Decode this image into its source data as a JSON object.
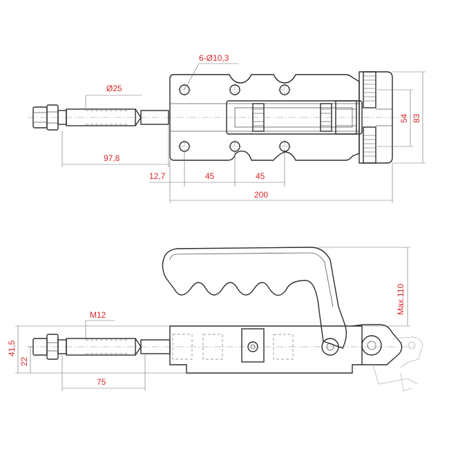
{
  "colors": {
    "dimension_text": "#d9262b",
    "line": "#2b2b2b",
    "background": "#ffffff"
  },
  "top_view": {
    "holes_label": "6-Ø10,3",
    "rod_diameter": "Ø25",
    "rod_length": "97,8",
    "offset_first_hole": "12,7",
    "pitch_1": "45",
    "pitch_2": "45",
    "total_length": "200",
    "hole_row_spacing": "54",
    "base_width": "83"
  },
  "side_view": {
    "thread": "M12",
    "max_height": "Max.110",
    "height_total": "41,5",
    "axis_height": "22",
    "stroke": "75"
  }
}
